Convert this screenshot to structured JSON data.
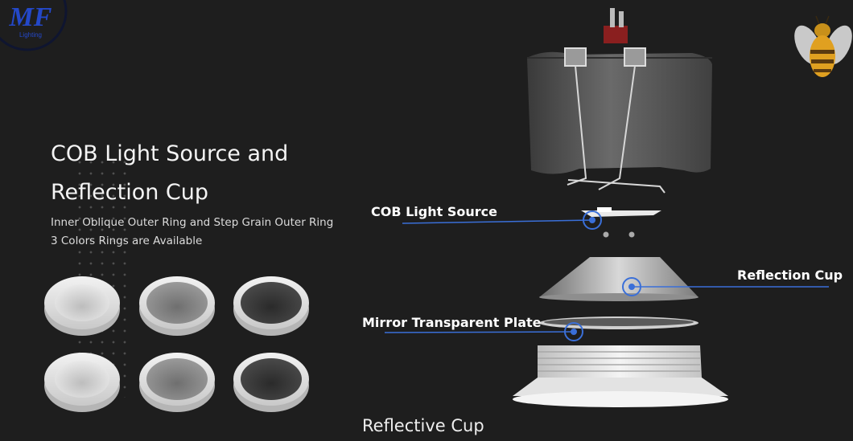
{
  "logo": {
    "letters": "MF",
    "subtext": "Lighting"
  },
  "section": {
    "heading_line1": "COB Light Source and",
    "heading_line2": "Reflection Cup",
    "subtitle_line1": "Inner Oblique Outer Ring and Step Grain Outer Ring",
    "subtitle_line2": "3 Colors Rings are Available"
  },
  "rings": [
    {
      "color": "inner-oblique-white"
    },
    {
      "color": "step-grain-gray"
    },
    {
      "color": "step-grain-black"
    },
    {
      "color": "inner-oblique-white"
    },
    {
      "color": "step-grain-gray"
    },
    {
      "color": "step-grain-black"
    }
  ],
  "callouts": {
    "cob_light_source": "COB Light Source",
    "reflection_cup": "Reflection Cup",
    "mirror_transparent_plate": "Mirror Transparent Plate"
  },
  "caption": "Reflective Cup",
  "colors": {
    "background": "#1e1e1e",
    "callout_line": "#3a6fd8",
    "logo_blue": "#2448c8"
  }
}
